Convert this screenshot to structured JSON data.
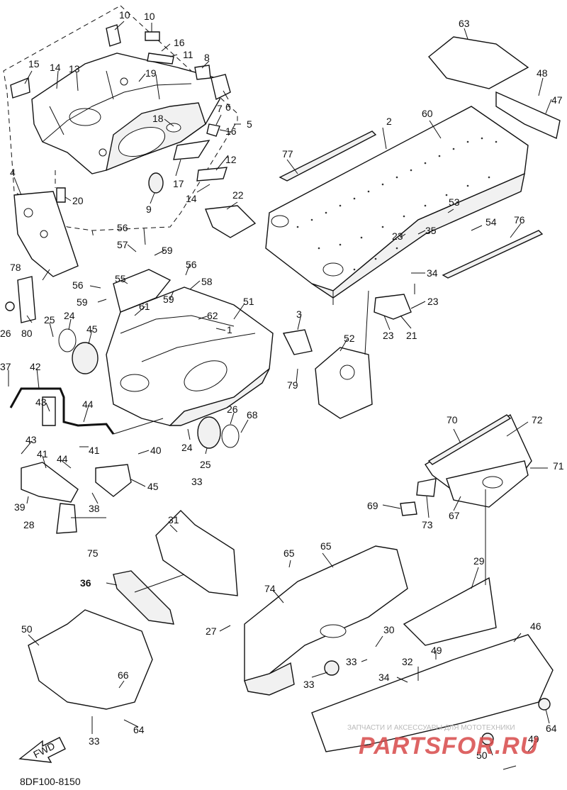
{
  "diagram": {
    "code": "8DF100-8150",
    "fwd_label": "FWD",
    "watermark": {
      "top_text": "ЗАПЧАСТИ И АКСЕССУАРЫ ДЛЯ МОТОТЕХНИКИ",
      "brand": "PARTSFOR.RU"
    },
    "callouts": [
      "10",
      "10",
      "16",
      "11",
      "8",
      "15",
      "14",
      "13",
      "19",
      "6",
      "7",
      "16",
      "5",
      "18",
      "12",
      "17",
      "9",
      "14",
      "4",
      "20",
      "22",
      "63",
      "48",
      "47",
      "2",
      "60",
      "77",
      "53",
      "35",
      "23",
      "54",
      "76",
      "34",
      "23",
      "21",
      "23",
      "56",
      "57",
      "59",
      "56",
      "58",
      "55",
      "59",
      "56",
      "59",
      "61",
      "62",
      "1",
      "51",
      "3",
      "52",
      "79",
      "78",
      "80",
      "26",
      "25",
      "24",
      "45",
      "37",
      "42",
      "43",
      "44",
      "43",
      "41",
      "44",
      "41",
      "40",
      "39",
      "45",
      "38",
      "24",
      "25",
      "26",
      "68",
      "33",
      "28",
      "75",
      "70",
      "72",
      "71",
      "69",
      "73",
      "67",
      "31",
      "65",
      "65",
      "74",
      "29",
      "36",
      "27",
      "50",
      "30",
      "46",
      "49",
      "33",
      "32",
      "34",
      "66",
      "33",
      "33",
      "64",
      "64",
      "50",
      "49"
    ]
  }
}
